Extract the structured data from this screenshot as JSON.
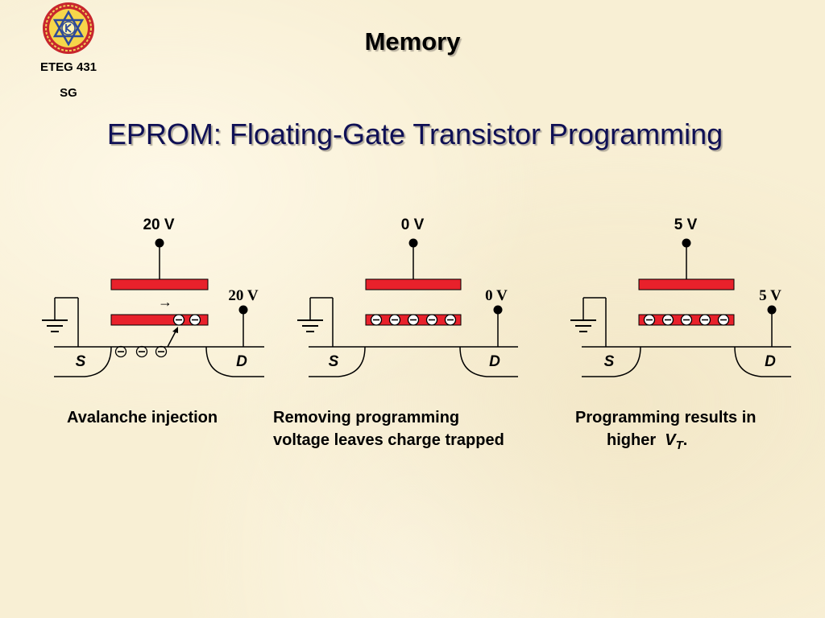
{
  "header": {
    "course_line1": "ETEG 431",
    "course_line2": "SG",
    "section_title": "Memory"
  },
  "slide": {
    "title": "EPROM: Floating-Gate Transistor Programming"
  },
  "panels": [
    {
      "gate_voltage": "20 V",
      "drain_voltage": "20 V",
      "source_label": "S",
      "drain_label": "D",
      "arrow_glyph": "→",
      "caption": [
        "Avalanche injection"
      ]
    },
    {
      "gate_voltage": "0 V",
      "drain_voltage": "0 V",
      "source_label": "S",
      "drain_label": "D",
      "caption": [
        "Removing programming",
        "voltage leaves charge trapped"
      ]
    },
    {
      "gate_voltage": "5 V",
      "drain_voltage": "5 V",
      "source_label": "S",
      "drain_label": "D",
      "caption_line1": "Programming results in",
      "caption_line2_prefix": "higher",
      "caption_vt": "V",
      "caption_vt_sub": "T",
      "caption_suffix": "."
    }
  ],
  "colors": {
    "gate_fill": "#e8212b",
    "title_color": "#0f1055",
    "background": "#f8efd4"
  }
}
